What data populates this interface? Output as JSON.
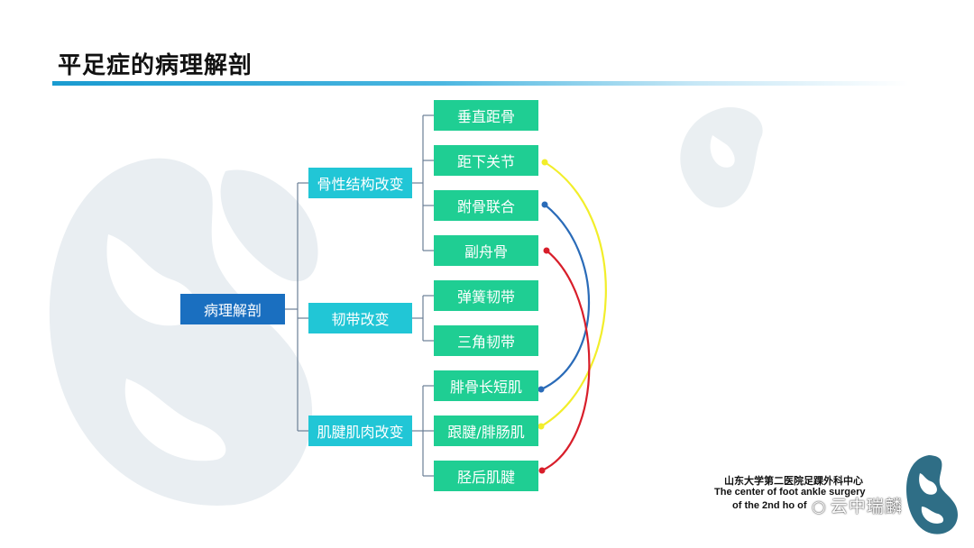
{
  "title": "平足症的病理解剖",
  "root": {
    "label": "病理解剖"
  },
  "categories": [
    {
      "label": "骨性结构改变",
      "items": [
        "垂直距骨",
        "距下关节",
        "跗骨联合",
        "副舟骨"
      ]
    },
    {
      "label": "韧带改变",
      "items": [
        "弹簧韧带",
        "三角韧带"
      ]
    },
    {
      "label": "肌腱肌肉改变",
      "items": [
        "腓骨长短肌",
        "跟腱/腓肠肌",
        "胫后肌腱"
      ]
    }
  ],
  "connections": [
    {
      "from": "距下关节",
      "to": "跟腱/腓肠肌",
      "color": "#f2ee2a"
    },
    {
      "from": "跗骨联合",
      "to": "腓骨长短肌",
      "color": "#2a6bb8"
    },
    {
      "from": "副舟骨",
      "to": "胫后肌腱",
      "color": "#d81e2a"
    }
  ],
  "colors": {
    "root": "#1a6fc0",
    "category": "#21c6d6",
    "item": "#1fce93",
    "connector": "#6b7f96",
    "watermark": "#e6ecf0",
    "logo": "#2f6e86"
  },
  "footer": {
    "line1": "山东大学第二医院足踝外科中心",
    "line2": "The center of foot  ankle surgery",
    "line3": "of the 2nd ho    of     ",
    "wechat": "云中瑞麟"
  }
}
